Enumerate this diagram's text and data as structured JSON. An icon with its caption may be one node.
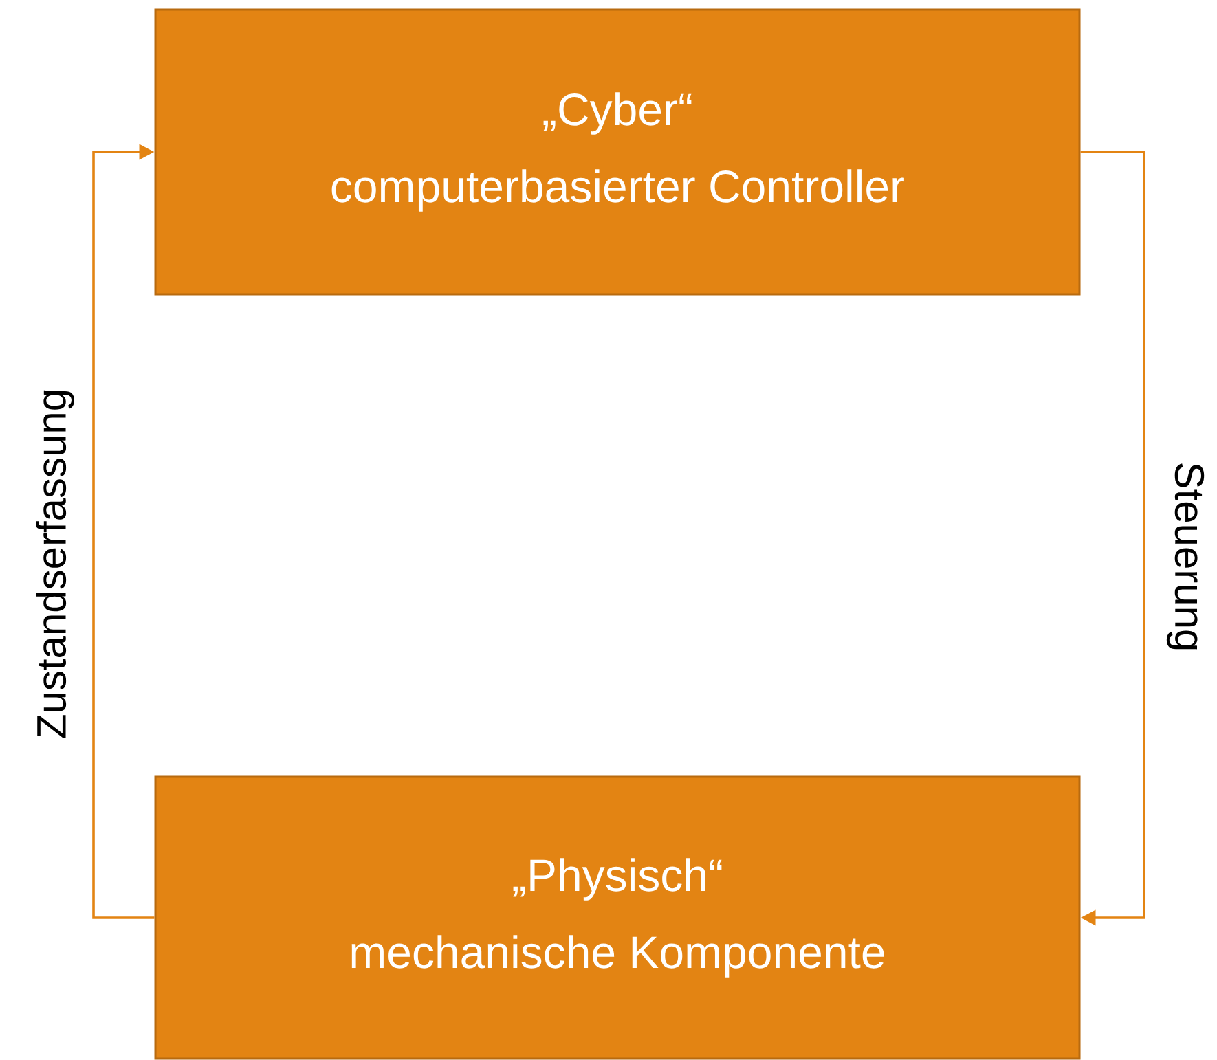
{
  "diagram": {
    "nodes": [
      {
        "text": [
          "„Cyber“",
          "computerbasierter Controller"
        ]
      },
      {
        "text": [
          "„Physisch“",
          "mechanische Komponente"
        ]
      }
    ],
    "edges": [
      {
        "from": 1,
        "to": 0,
        "arrow": "to",
        "label": "Zustandserfassung"
      },
      {
        "from": 0,
        "to": 1,
        "arrow": "to",
        "label": "Steuerung"
      }
    ]
  }
}
